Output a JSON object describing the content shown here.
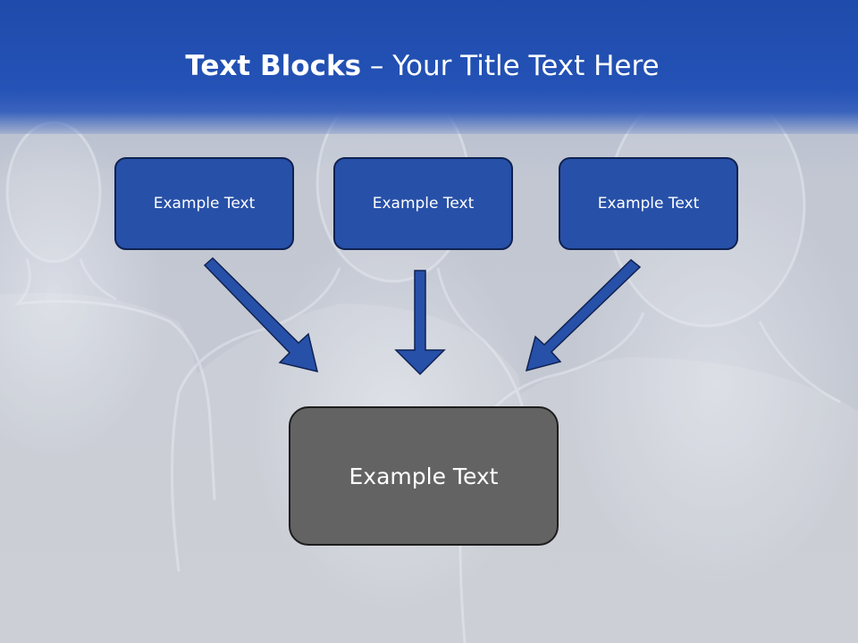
{
  "title": {
    "bold": "Text Blocks",
    "separator": " – ",
    "rest": "Your Title Text Here"
  },
  "blocks": [
    {
      "label": "Example Text"
    },
    {
      "label": "Example Text"
    },
    {
      "label": "Example Text"
    }
  ],
  "result": {
    "label": "Example Text"
  },
  "colors": {
    "header": "#2452b6",
    "box_fill": "#2750a8",
    "box_border": "#0f2252",
    "arrow": "#2750a8",
    "result_fill": "#636363"
  }
}
